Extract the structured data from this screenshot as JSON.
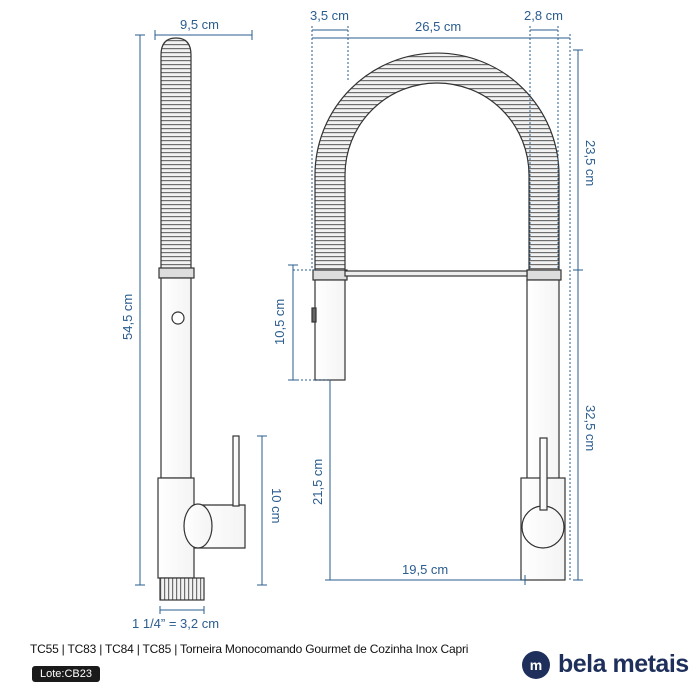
{
  "watermark": "bela metais",
  "left_view": {
    "width_label": "9,5 cm",
    "height_label": "54,5 cm",
    "handle_height_label": "10 cm",
    "thread_label": "1 1/4” = 3,2 cm"
  },
  "right_view": {
    "spout_label": "3,5 cm",
    "total_width_label": "26,5 cm",
    "column_label": "2,8 cm",
    "arch_height_label": "23,5 cm",
    "column_height_label": "32,5 cm",
    "head_height_label": "10,5 cm",
    "spout_height_label": "21,5 cm",
    "reach_label": "19,5 cm"
  },
  "caption": "TC55 | TC83 | TC84 | TC85 |  Torneira Monocomando Gourmet de Cozinha Inox Capri",
  "lote": "Lote:CB23",
  "logo": {
    "icon": "bela-metais-logo-icon",
    "text": "bela metais"
  },
  "colors": {
    "dimension": "#2b5d8f",
    "brand": "#1e2f5c",
    "steel": "#8a8a8a"
  }
}
